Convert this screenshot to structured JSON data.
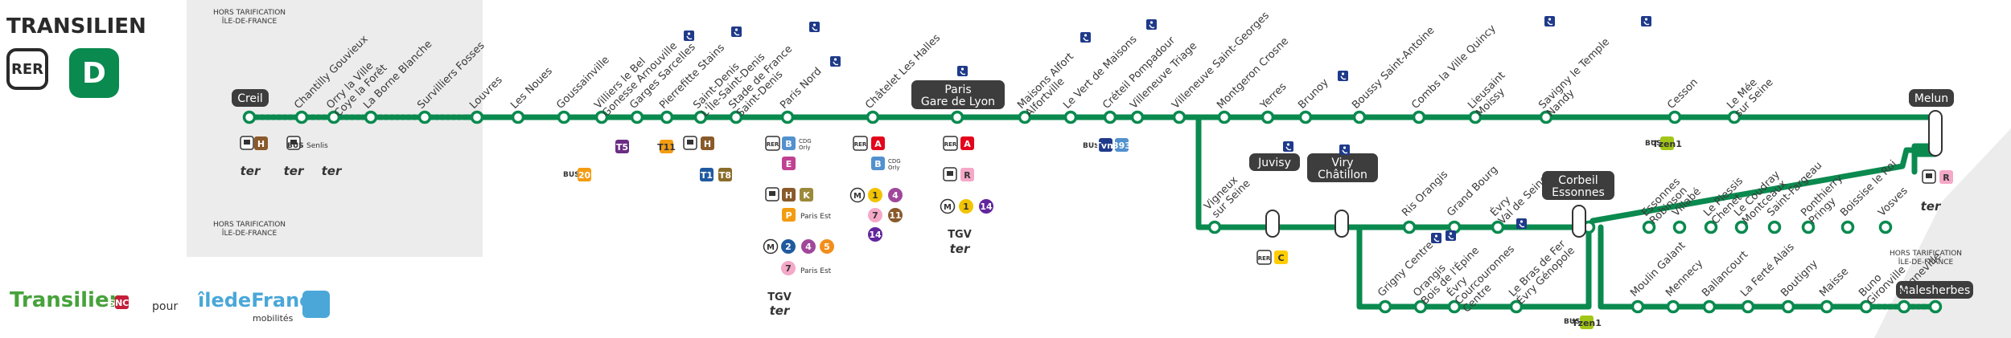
{
  "header": {
    "brand": "TRANSILIEN",
    "network": "RER",
    "line": "D"
  },
  "zone_label": "HORS TARIFICATION\nÎLE-DE-FRANCE",
  "colors": {
    "line": "#0a8a4f",
    "dark": "#3a3a3a",
    "zone": "#ececec",
    "rer_a": "#e3051b",
    "rer_b": "#5291ce",
    "rer_c": "#ffcd00",
    "rer_e": "#c04191"
  },
  "stations_top": [
    "Chantilly Gouvieux",
    "Orry la Ville\nCoye la Forêt",
    "La Borne Blanche",
    "Survilliers Fosses",
    "Louvres",
    "Les Noues",
    "Goussainville",
    "Villiers le Bel\nGonesse Arnouville",
    "Garges Sarcelles",
    "Pierrefitte Stains",
    "Saint-Denis\nL'Île-Saint-Denis",
    "Stade de France\nSaint-Denis",
    "Paris Nord",
    "Châtelet Les Halles",
    "Maisons Alfort\nAlfortville",
    "Le Vert de Maisons",
    "Créteil Pompadour",
    "Villeneuve Triage",
    "Villeneuve Saint-Georges",
    "Montgeron Crosne",
    "Yerres",
    "Brunoy",
    "Boussy Saint-Antoine",
    "Combs la Ville Quincy",
    "Lieusaint\nMoissy",
    "Savigny le Temple\nNandy",
    "Cesson",
    "Le Mée\nsur Seine"
  ],
  "stations_middle": [
    "Vigneux\nsur Seine",
    "Ris Orangis",
    "Grand Bourg",
    "Évry\nVal de Seine",
    "Essonnes\nRobinson",
    "Villabé",
    "Le Plessis\nChenet",
    "Le Coudray\nMontceaux",
    "Saint-Fargeau",
    "Ponthierry\nPringy",
    "Boissise le Roi",
    "Vosves"
  ],
  "stations_bottom": [
    "Grigny Centre",
    "Orangis\nBois de l'Épine",
    "Évry\nCourcouronnes\nCentre",
    "Le Bras de Fer\nÉvry Génopole",
    "Moulin Galant",
    "Mennecy",
    "Ballancourt",
    "La Ferté Alais",
    "Boutigny",
    "Maisse",
    "Buno\nGironville",
    "Boigneville"
  ],
  "terminus": {
    "creil": "Creil",
    "melun": "Melun",
    "malesherbes": "Malesherbes",
    "paris_gdl": "Paris\nGare de Lyon",
    "juvisy": "Juvisy",
    "viry": "Viry\nChâtillon",
    "corbeil": "Corbeil\nEssonnes"
  },
  "connections": {
    "senlis": "Senlis",
    "bus": "BUS",
    "ter": "ter",
    "tgv": "TGV",
    "rer": "RER",
    "cdg": "CDG\nOrly",
    "paris_est": "Paris Est",
    "tvm": "Tvm",
    "tvm_num": "393",
    "bus20": "20",
    "t5": "T5",
    "t11": "T11",
    "t1": "T1",
    "t8": "T8",
    "tzen1": "Tzen1",
    "tzen_bus": "BUS"
  },
  "footer": {
    "transilien": "Transilien",
    "sncf": "SNCF",
    "pour": "pour",
    "idf": "îledeFrance",
    "idf_sub": "mobilités"
  }
}
